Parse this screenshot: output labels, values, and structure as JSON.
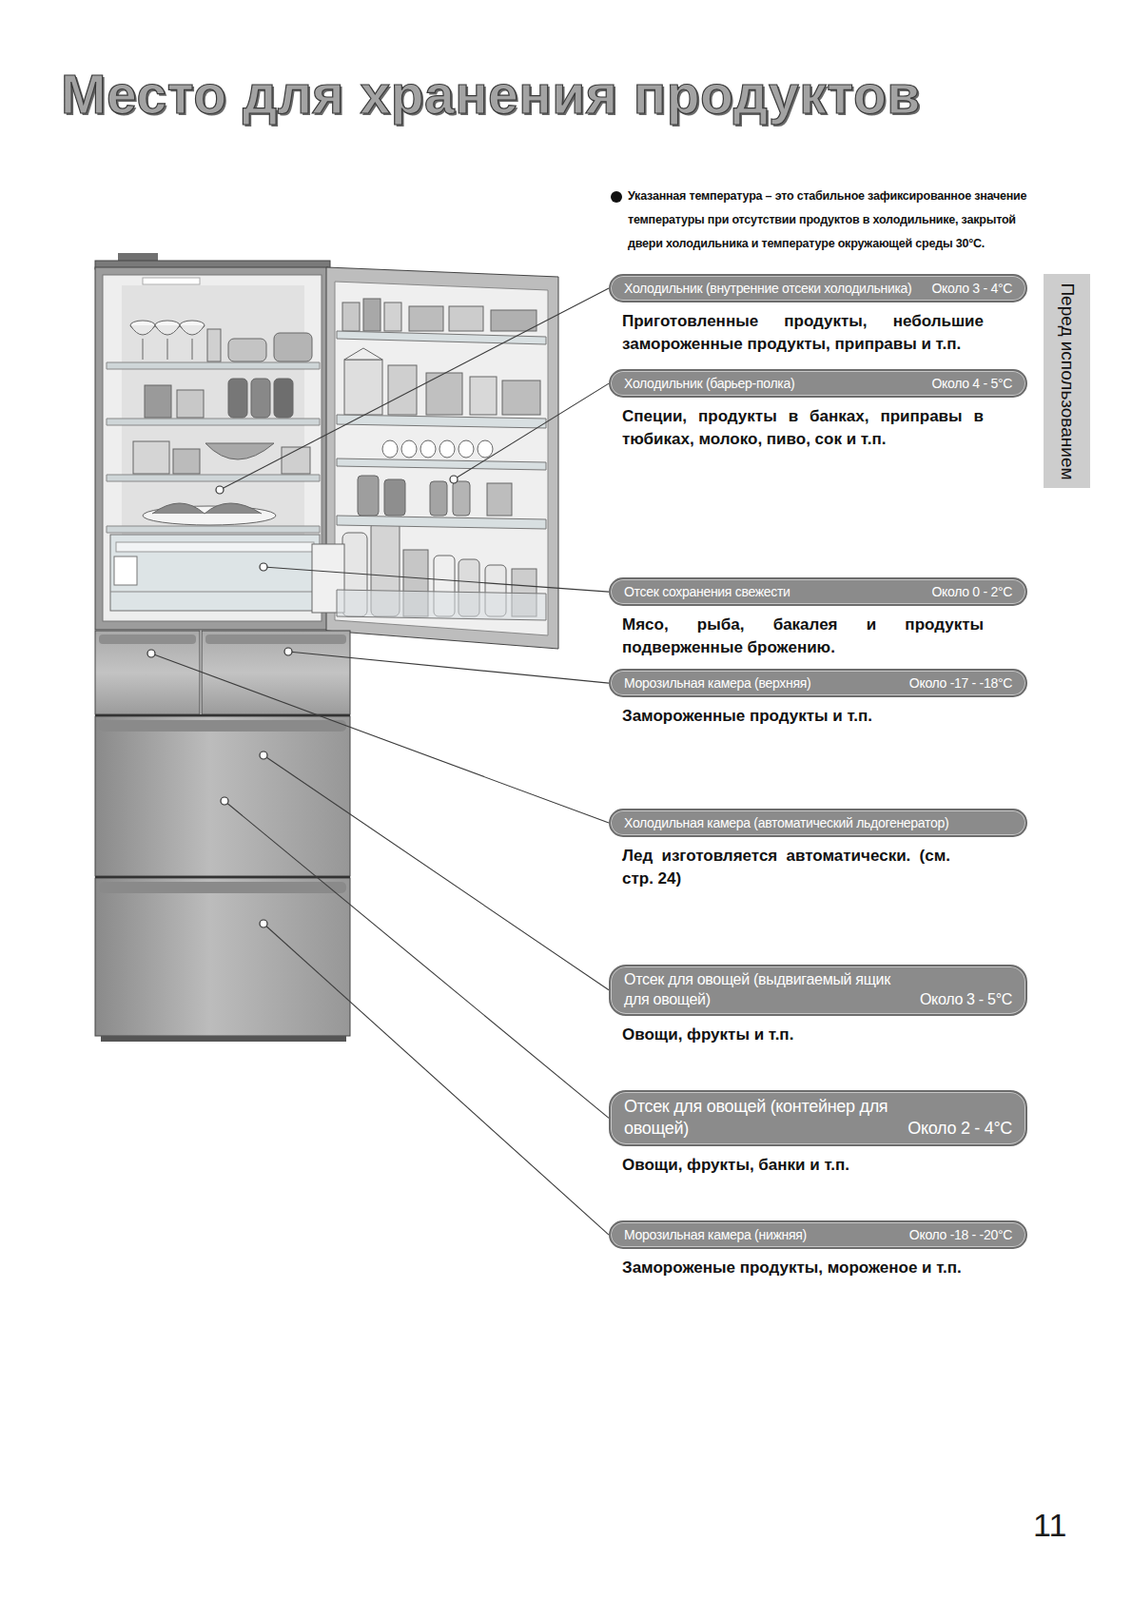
{
  "diagram": {
    "title": "Место для хранения продуктов",
    "nodes": [
      {
        "text": [
          "Холодильник (внутренние отсеки холодильника)",
          "Около 3 - 4°C",
          "Приготовленные продукты, небольшие замороженные продукты, приправы и т.п."
        ]
      },
      {
        "text": [
          "Холодильник (барьер-полка)",
          "Около 4 - 5°C",
          "Специи, продукты в банках, приправы в тюбиках, молоко, пиво, сок и т.п."
        ]
      },
      {
        "text": [
          "Отсек сохранения свежести",
          "Около 0 - 2°C",
          "Мясо, рыба, бакалея и продукты подверженные брожению."
        ]
      },
      {
        "text": [
          "Морозильная камера (верхняя)",
          "Около -17 - -18°C",
          "Замороженные продукты и т.п."
        ]
      },
      {
        "text": [
          "Холодильная камера (автоматический льдогенератор)",
          "Лед изготовляется автоматически. (см. стр. 24)"
        ]
      },
      {
        "text": [
          "Отсек для овощей (выдвигаемый ящик для овощей)",
          "Около 3 - 5°C",
          "Овощи, фрукты и т.п."
        ]
      },
      {
        "text": [
          "Отсек для овощей (контейнер для овощей)",
          "Около 2 - 4°C",
          "Овощи, фрукты, банки и т.п."
        ]
      },
      {
        "text": [
          "Морозильная камера (нижняя)",
          "Около -18 - -20°C",
          "Замороженые продукты, мороженое и т.п."
        ]
      },
      {
        "text": [
          "Перед использованием"
        ]
      }
    ],
    "labels": [
      "Указанная температура – это стабильное зафиксированное значение температуры при отсутствии продуктов в холодильнике, закрытой двери холодильника и температуре окружающей среды 30°C.",
      "11"
    ]
  }
}
